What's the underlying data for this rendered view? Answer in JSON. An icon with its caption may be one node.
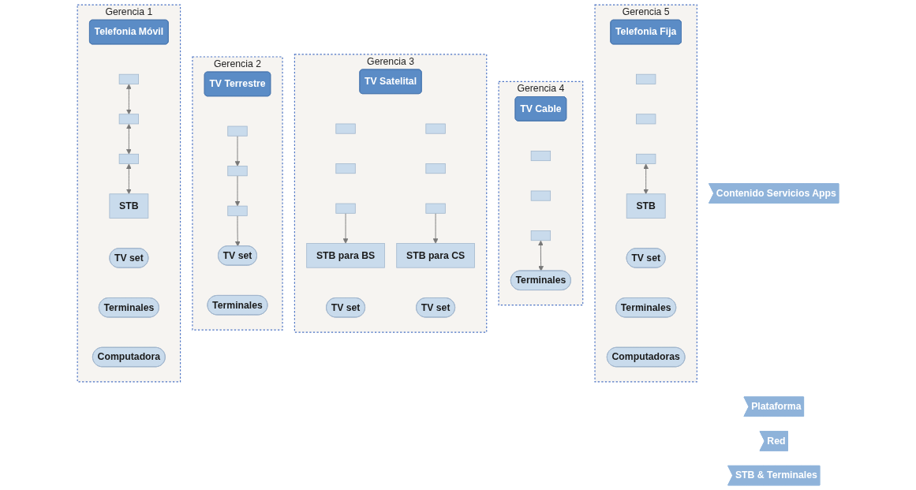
{
  "diagram": {
    "nodes": [
      {
        "text": [
          "Contenido Servicios Apps"
        ]
      },
      {
        "text": [
          "Plataforma"
        ]
      },
      {
        "text": [
          "Red"
        ]
      },
      {
        "text": [
          "STB & Terminales"
        ]
      },
      {
        "text": [
          "Gerencia 1"
        ]
      },
      {
        "text": [
          "Telefonia Móvil"
        ],
        "in": 4
      },
      {
        "text": [],
        "shape": "box",
        "in": 4
      },
      {
        "text": [],
        "shape": "box",
        "in": 4
      },
      {
        "text": [],
        "shape": "box",
        "in": 4
      },
      {
        "text": [
          "STB"
        ],
        "in": 4
      },
      {
        "text": [
          "TV set"
        ],
        "in": 4
      },
      {
        "text": [
          "Terminales"
        ],
        "in": 4
      },
      {
        "text": [
          "Computadora"
        ],
        "in": 4
      },
      {
        "text": [
          "Gerencia 2"
        ]
      },
      {
        "text": [
          "TV Terrestre"
        ],
        "in": 13
      },
      {
        "text": [],
        "shape": "box",
        "in": 13
      },
      {
        "text": [],
        "shape": "box",
        "in": 13
      },
      {
        "text": [],
        "shape": "box",
        "in": 13
      },
      {
        "text": [
          "TV set"
        ],
        "in": 13
      },
      {
        "text": [
          "Terminales"
        ],
        "in": 13
      },
      {
        "text": [
          "Gerencia 3"
        ]
      },
      {
        "text": [
          "TV Satelital"
        ],
        "in": 20
      },
      {
        "text": [],
        "shape": "box",
        "in": 20
      },
      {
        "text": [],
        "shape": "box",
        "in": 20
      },
      {
        "text": [],
        "shape": "box",
        "in": 20
      },
      {
        "text": [],
        "shape": "box",
        "in": 20
      },
      {
        "text": [],
        "shape": "box",
        "in": 20
      },
      {
        "text": [],
        "shape": "box",
        "in": 20
      },
      {
        "text": [
          "STB para BS"
        ],
        "in": 20
      },
      {
        "text": [
          "STB para CS"
        ],
        "in": 20
      },
      {
        "text": [
          "TV set"
        ],
        "in": 20
      },
      {
        "text": [
          "TV set"
        ],
        "in": 20
      },
      {
        "text": [
          "Gerencia 4"
        ]
      },
      {
        "text": [
          "TV Cable"
        ],
        "in": 32
      },
      {
        "text": [],
        "shape": "box",
        "in": 32
      },
      {
        "text": [],
        "shape": "box",
        "in": 32
      },
      {
        "text": [],
        "shape": "box",
        "in": 32
      },
      {
        "text": [
          "Terminales"
        ],
        "in": 32
      },
      {
        "text": [
          "Gerencia 5"
        ]
      },
      {
        "text": [
          "Telefonia Fija"
        ],
        "in": 38
      },
      {
        "text": [],
        "shape": "box",
        "in": 38
      },
      {
        "text": [],
        "shape": "box",
        "in": 38
      },
      {
        "text": [],
        "shape": "box",
        "in": 38
      },
      {
        "text": [
          "STB"
        ],
        "in": 38
      },
      {
        "text": [
          "TV set"
        ],
        "in": 38
      },
      {
        "text": [
          "Terminales"
        ],
        "in": 38
      },
      {
        "text": [
          "Computadoras"
        ],
        "in": 38
      }
    ],
    "edges": [
      {
        "from": 6,
        "to": 7,
        "arrow": "both"
      },
      {
        "from": 7,
        "to": 8,
        "arrow": "both"
      },
      {
        "from": 8,
        "to": 9,
        "arrow": "both"
      },
      {
        "from": 15,
        "to": 16,
        "arrow": "to"
      },
      {
        "from": 16,
        "to": 17,
        "arrow": "to"
      },
      {
        "from": 17,
        "to": 18,
        "arrow": "to"
      },
      {
        "from": 26,
        "to": 28,
        "arrow": "to"
      },
      {
        "from": 27,
        "to": 29,
        "arrow": "to"
      },
      {
        "from": 36,
        "to": 37,
        "arrow": "both"
      },
      {
        "from": 42,
        "to": 43,
        "arrow": "both"
      }
    ]
  }
}
